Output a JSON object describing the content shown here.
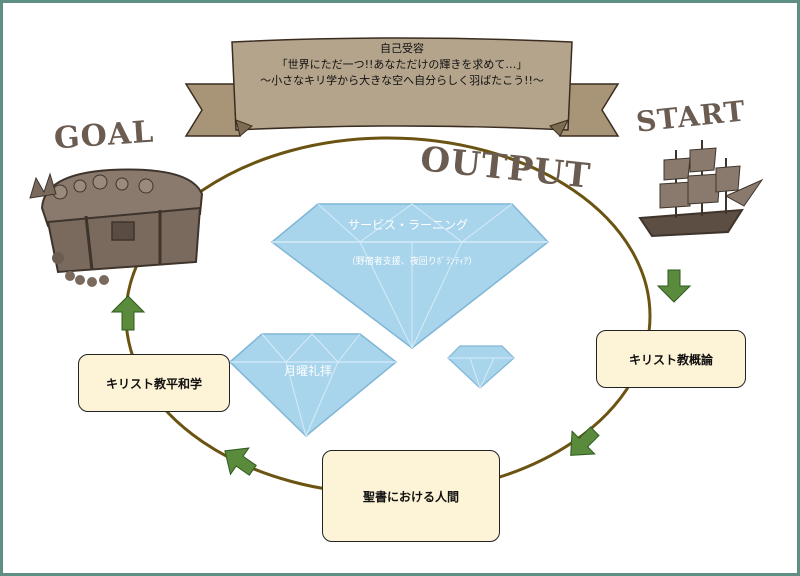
{
  "banner": {
    "title": "自己受容",
    "line1": "「世界にただ一つ!!あなただけの輝きを求めて…」",
    "line2": "～小さなキリ学から大きな空へ自分らしく羽ばたこう!!～"
  },
  "labels": {
    "goal": "GOAL",
    "start": "START",
    "output": "OUTPUT"
  },
  "boxes": {
    "overview": "キリスト教概論",
    "bible": "聖書における人間",
    "peace": "キリスト教平和学"
  },
  "gems": {
    "service_title": "サービス・ラーニング",
    "service_sub": "（野宿者支援、夜回りﾎﾞﾗﾝﾃｨｱ）",
    "monday": "月曜礼拝"
  },
  "colors": {
    "circle": "#6b5412",
    "arrow": "#5a8a3c",
    "box_fill": "#fdf3d6",
    "gem": "#a8d4ec",
    "banner": "#b5a48c",
    "stamp": "#6b5c52",
    "frame": "#5f8f84"
  }
}
